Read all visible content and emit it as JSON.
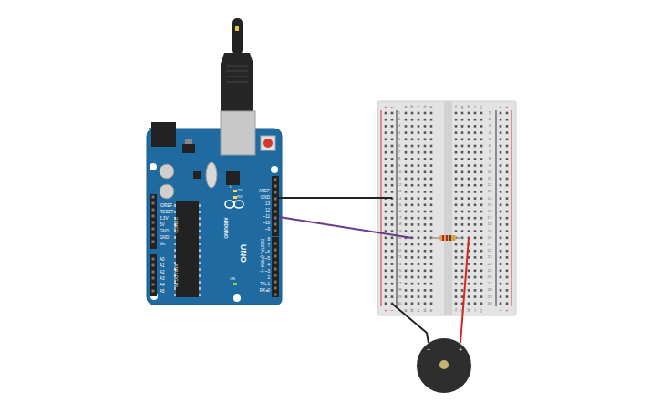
{
  "diagram": {
    "labels": [
      "AREF",
      "GND",
      "13",
      "12",
      "~11",
      "~10",
      "~9",
      "8",
      "7",
      "~6",
      "~5",
      "4",
      "~3",
      "2",
      "TX▸1",
      "RX◂0",
      "DIGITAL (PWM ~)",
      "IOREF",
      "RESET",
      "3.3V",
      "5V",
      "GND",
      "GND",
      "Vin",
      "POWER",
      "A0",
      "A1",
      "A2",
      "A3",
      "A4",
      "A5",
      "ANALOG IN",
      "ARDUINO",
      "UNO",
      "L",
      "TX",
      "RX",
      "ON",
      "+",
      "−",
      "a",
      "b",
      "c",
      "d",
      "e",
      "f",
      "g",
      "h",
      "i",
      "j",
      "−",
      "+",
      "1",
      "2",
      "3",
      "4",
      "5",
      "6",
      "7",
      "8",
      "9",
      "10",
      "11",
      "12",
      "13",
      "14",
      "15",
      "16",
      "17",
      "18",
      "19",
      "20",
      "21",
      "22",
      "23",
      "24",
      "25",
      "26",
      "27",
      "28",
      "29",
      "30",
      "1",
      "2",
      "3",
      "4",
      "5",
      "6",
      "7",
      "8",
      "9",
      "10",
      "11",
      "12",
      "13",
      "14",
      "15",
      "16",
      "17",
      "18",
      "19",
      "20",
      "21",
      "22",
      "23",
      "24",
      "25",
      "26",
      "27",
      "28",
      "29",
      "30",
      "+",
      "−",
      "a",
      "b",
      "c",
      "d",
      "e",
      "f",
      "g",
      "h",
      "i",
      "j",
      "−",
      "+",
      "−",
      "+"
    ]
  }
}
